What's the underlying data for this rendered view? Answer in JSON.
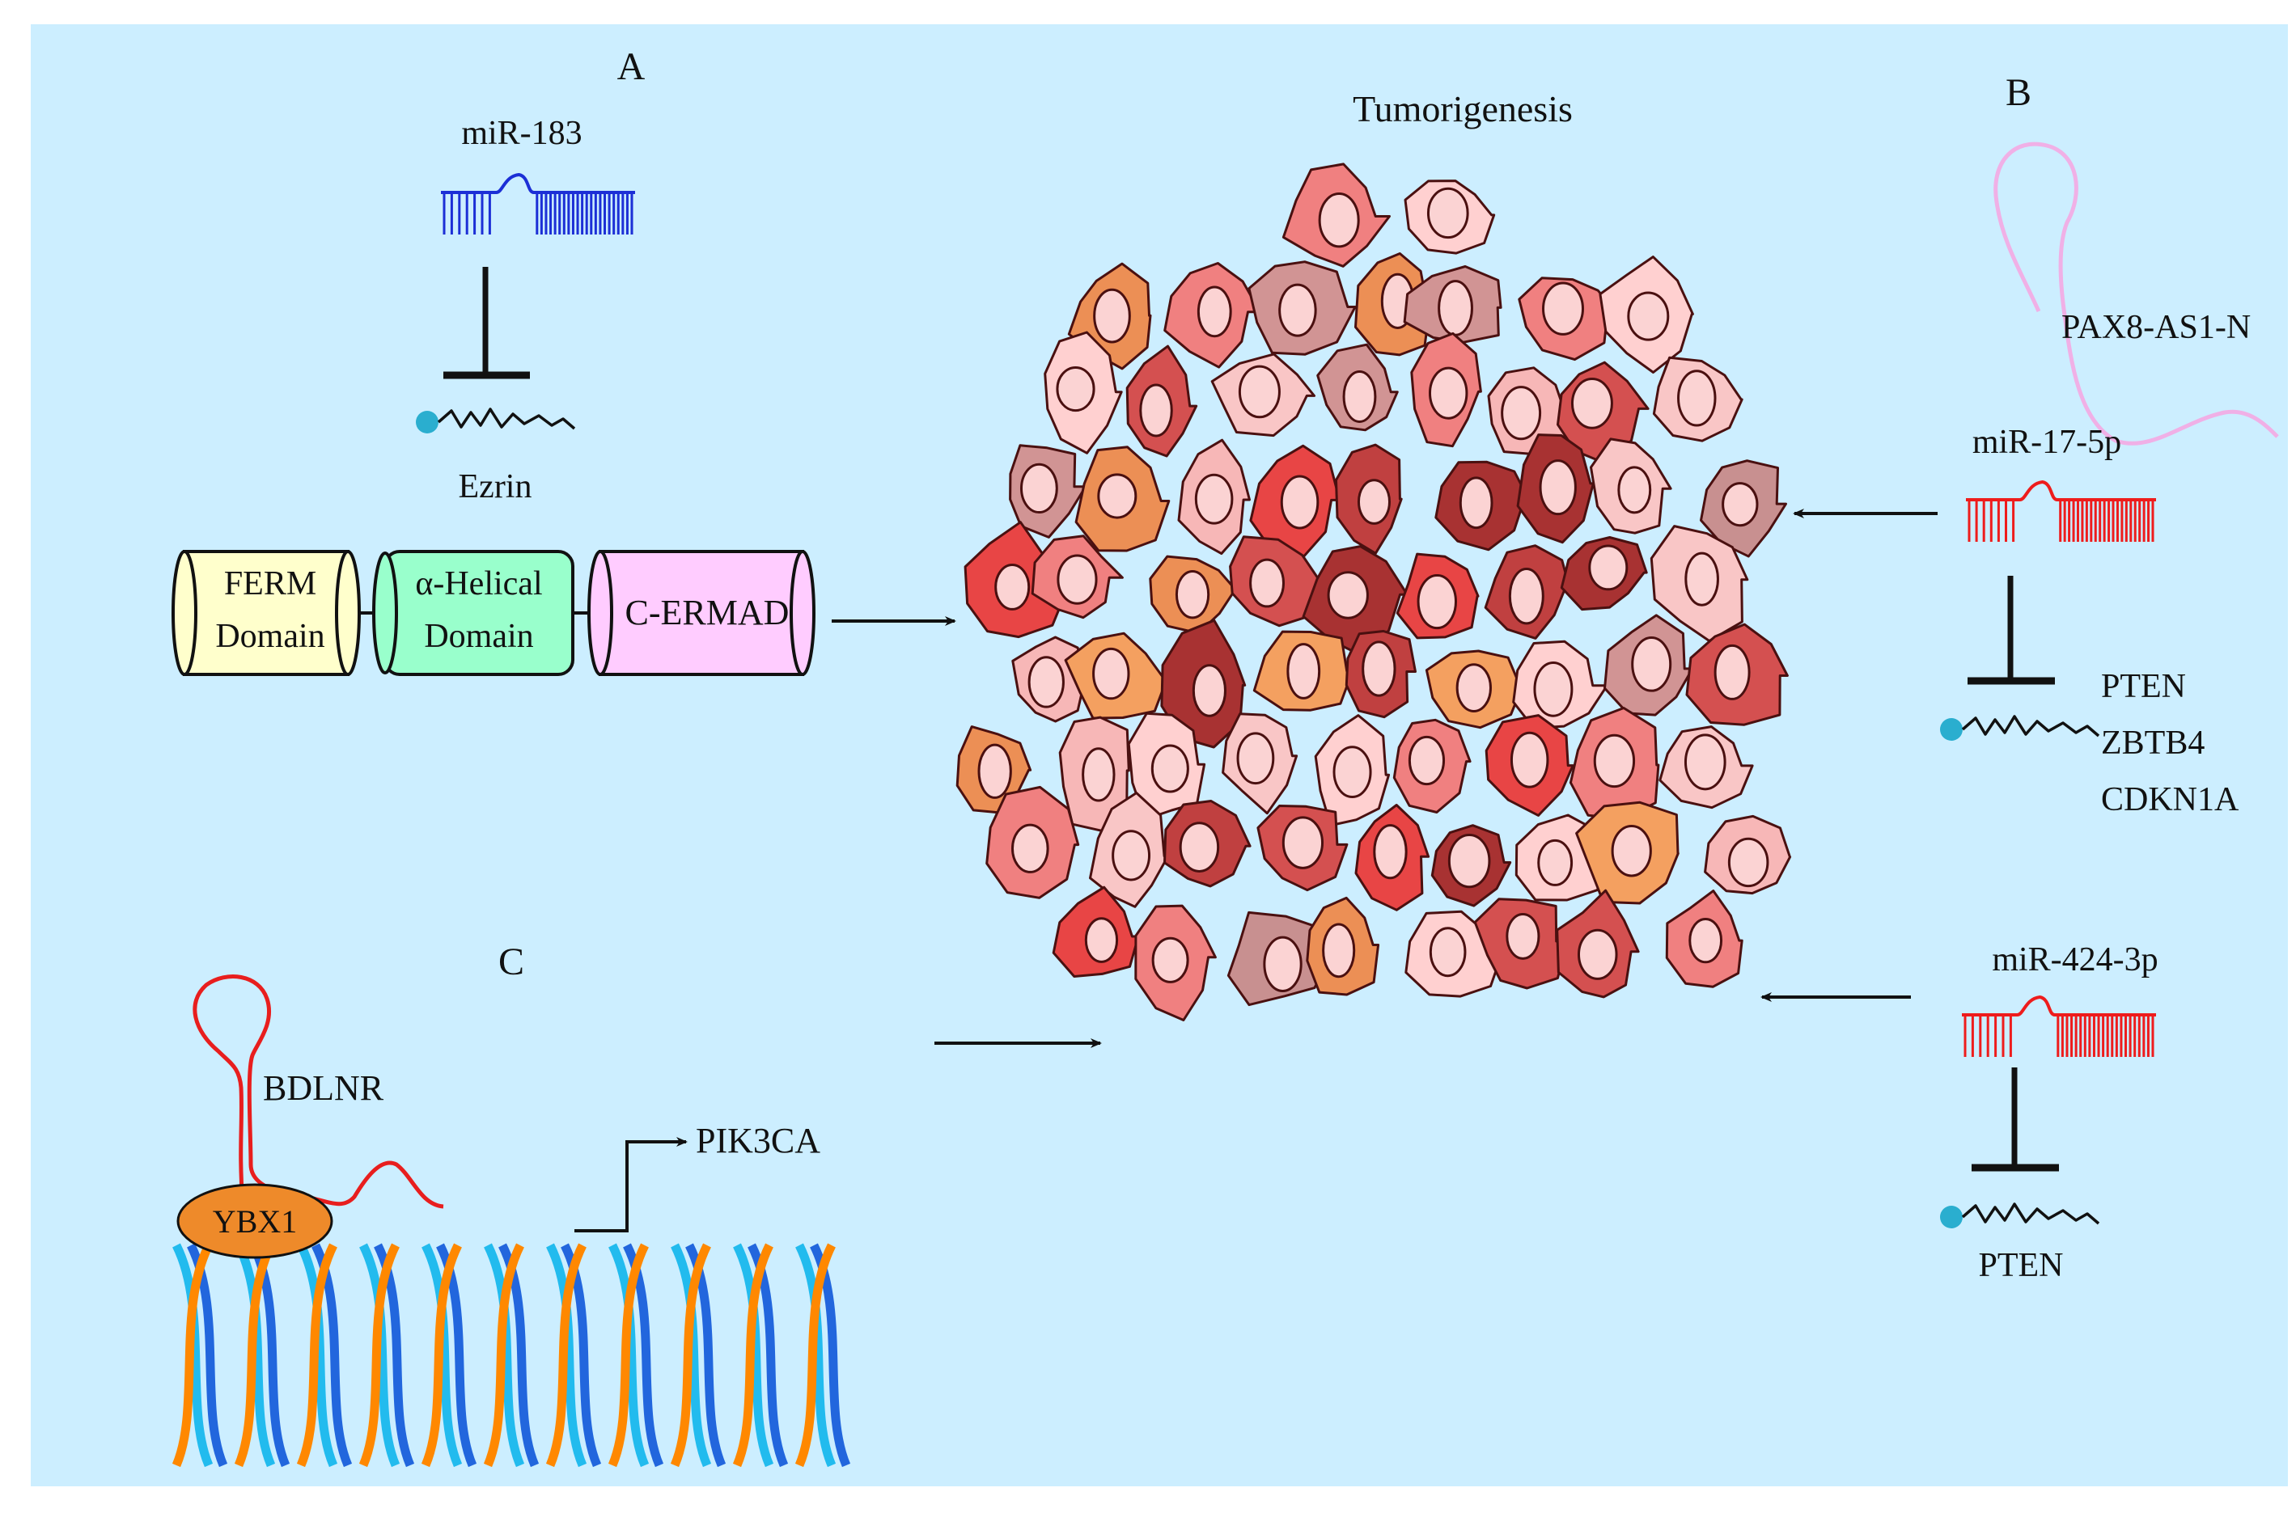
{
  "colors": {
    "background": "#cceeff",
    "mirna_blue": "#1c2fd6",
    "mirna_red": "#ee1c1c",
    "lncrna_pink": "#f0b0e6",
    "lncrna_red": "#e81e1e",
    "dot": "#2aaecf",
    "ferm": "#ffffcc",
    "helical": "#99ffcc",
    "ermad": "#ffccff",
    "ybx1": "#ee8a2a",
    "dna_orange": "#ff8800",
    "dna_blue": "#2266dd",
    "dna_cyan": "#22bbee"
  },
  "panel_a": {
    "letter": "A",
    "mirna": "miR-183",
    "target": "Ezrin",
    "domains": [
      "FERM Domain",
      "α-Helical Domain",
      "C-ERMAD"
    ],
    "domain_lines": [
      [
        "FERM",
        "Domain"
      ],
      [
        "α-Helical",
        "Domain"
      ],
      [
        "C-ERMAD"
      ]
    ]
  },
  "center": {
    "title": "Tumorigenesis"
  },
  "panel_b": {
    "letter": "B",
    "lncrna": "PAX8-AS1-N",
    "mirna_top": "miR-17-5p",
    "targets_top": [
      "PTEN",
      "ZBTB4",
      "CDKN1A"
    ],
    "mirna_bottom": "miR-424-3p",
    "target_bottom": "PTEN"
  },
  "panel_c": {
    "letter": "C",
    "lncrna": "BDLNR",
    "protein": "YBX1",
    "gene": "PIK3CA"
  }
}
